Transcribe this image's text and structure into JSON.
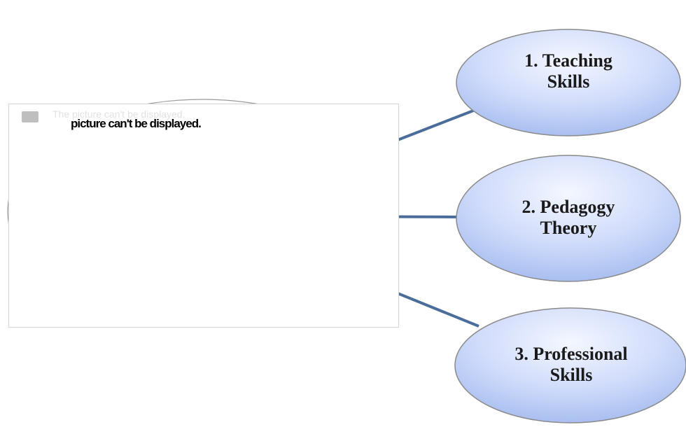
{
  "diagram": {
    "placeholder": {
      "ghost_text": "The picture can't be displayed.",
      "text": "picture can't be displayed."
    },
    "nodes": [
      {
        "line1": "1. Teaching",
        "line2": "Skills"
      },
      {
        "line1": "2. Pedagogy",
        "line2": "Theory"
      },
      {
        "line1": "3. Professional",
        "line2": "Skills"
      }
    ],
    "colors": {
      "connector": "#4a6d9a",
      "node_fill_light": "#f2f5ff",
      "node_fill_dark": "#a8bff0",
      "node_stroke": "#8a8a8a"
    }
  }
}
